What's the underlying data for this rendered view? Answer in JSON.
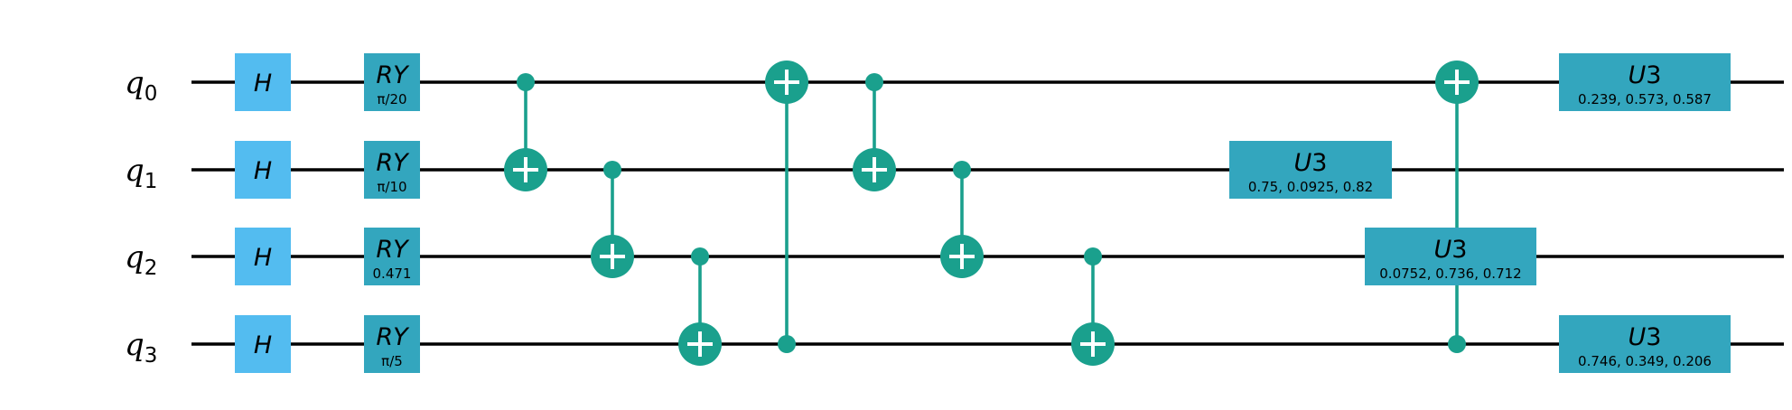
{
  "colors": {
    "h_gate": "#53bcf0",
    "ry_gate": "#33a6be",
    "u3_gate": "#33a6be",
    "cx": "#1aa08d",
    "wire": "#000000",
    "background": "#ffffff"
  },
  "qubits": [
    {
      "name": "q",
      "index": "0"
    },
    {
      "name": "q",
      "index": "1"
    },
    {
      "name": "q",
      "index": "2"
    },
    {
      "name": "q",
      "index": "3"
    }
  ],
  "gates": [
    {
      "type": "H",
      "label": "H",
      "qubit": 0,
      "step": 0
    },
    {
      "type": "H",
      "label": "H",
      "qubit": 1,
      "step": 0
    },
    {
      "type": "H",
      "label": "H",
      "qubit": 2,
      "step": 0
    },
    {
      "type": "H",
      "label": "H",
      "qubit": 3,
      "step": 0
    },
    {
      "type": "RY",
      "label": "RY",
      "param": "π/20",
      "qubit": 0,
      "step": 1
    },
    {
      "type": "RY",
      "label": "RY",
      "param": "π/10",
      "qubit": 1,
      "step": 1
    },
    {
      "type": "RY",
      "label": "RY",
      "param": "0.471",
      "qubit": 2,
      "step": 1
    },
    {
      "type": "RY",
      "label": "RY",
      "param": "π/5",
      "qubit": 3,
      "step": 1
    },
    {
      "type": "U3",
      "label": "U3",
      "param": "0.75, 0.0925, 0.82",
      "qubit": 1,
      "step": 10
    },
    {
      "type": "U3",
      "label": "U3",
      "param": "0.0752, 0.736, 0.712",
      "qubit": 2,
      "step": 12
    },
    {
      "type": "U3",
      "label": "U3",
      "param": "0.239, 0.573, 0.587",
      "qubit": 0,
      "step": 15
    },
    {
      "type": "U3",
      "label": "U3",
      "param": "0.746, 0.349, 0.206",
      "qubit": 3,
      "step": 15
    }
  ],
  "cnots": [
    {
      "control": 0,
      "target": 1,
      "step": 2
    },
    {
      "control": 1,
      "target": 2,
      "step": 3
    },
    {
      "control": 2,
      "target": 3,
      "step": 4
    },
    {
      "control": 3,
      "target": 0,
      "step": 5
    },
    {
      "control": 0,
      "target": 1,
      "step": 6
    },
    {
      "control": 1,
      "target": 2,
      "step": 7
    },
    {
      "control": 2,
      "target": 3,
      "step": 8
    },
    {
      "control": 3,
      "target": 0,
      "step": 14
    }
  ]
}
